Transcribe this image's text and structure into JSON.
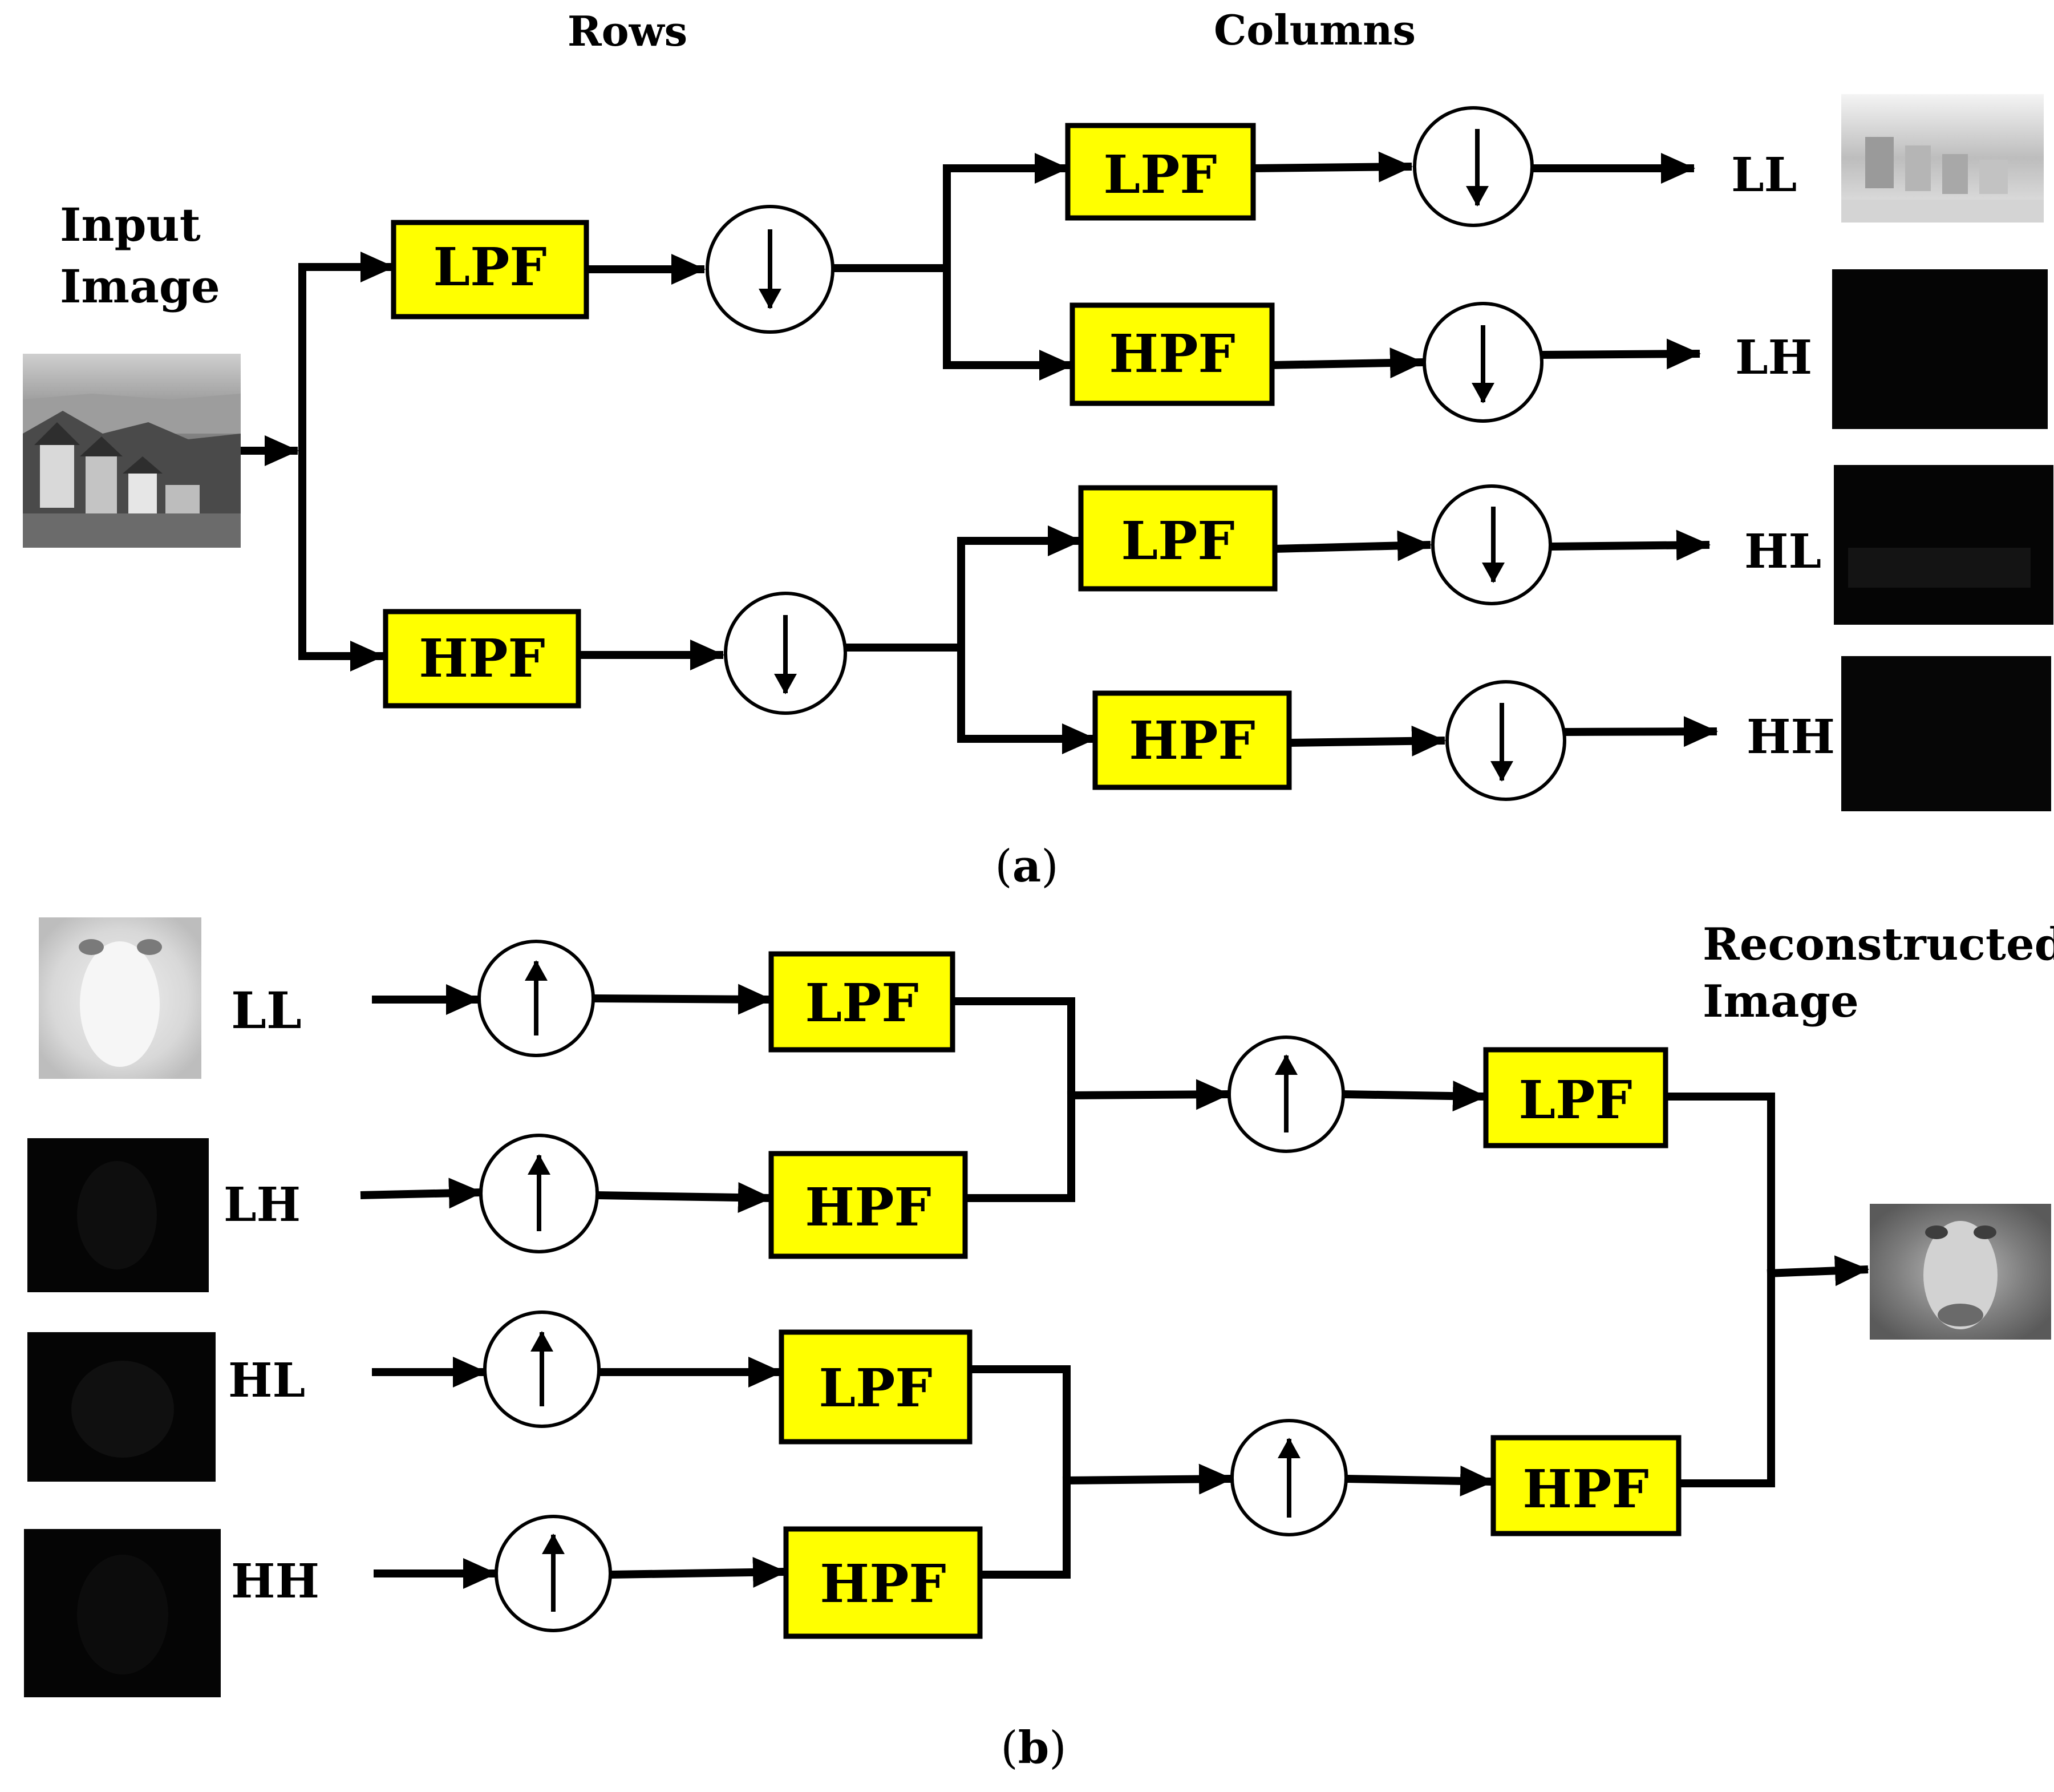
{
  "header": {
    "rows_label": "Rows",
    "columns_label": "Columns"
  },
  "part_a": {
    "caption_open": "(",
    "caption_letter": "a",
    "caption_close": ")",
    "input_label_line1": "Input",
    "input_label_line2": "Image",
    "filter_lpf": "LPF",
    "filter_hpf": "HPF",
    "downsample_symbol": "↓",
    "outputs": [
      "LL",
      "LH",
      "HL",
      "HH"
    ]
  },
  "part_b": {
    "caption_open": "(",
    "caption_letter": "b",
    "caption_close": ")",
    "inputs": [
      "LL",
      "LH",
      "HL",
      "HH"
    ],
    "filter_lpf": "LPF",
    "filter_hpf": "HPF",
    "upsample_symbol": "↑",
    "output_label_line1": "Reconstructed",
    "output_label_line2": "Image"
  },
  "colors": {
    "filter_fill": "#ffff00",
    "stroke": "#000000",
    "background": "#ffffff"
  }
}
